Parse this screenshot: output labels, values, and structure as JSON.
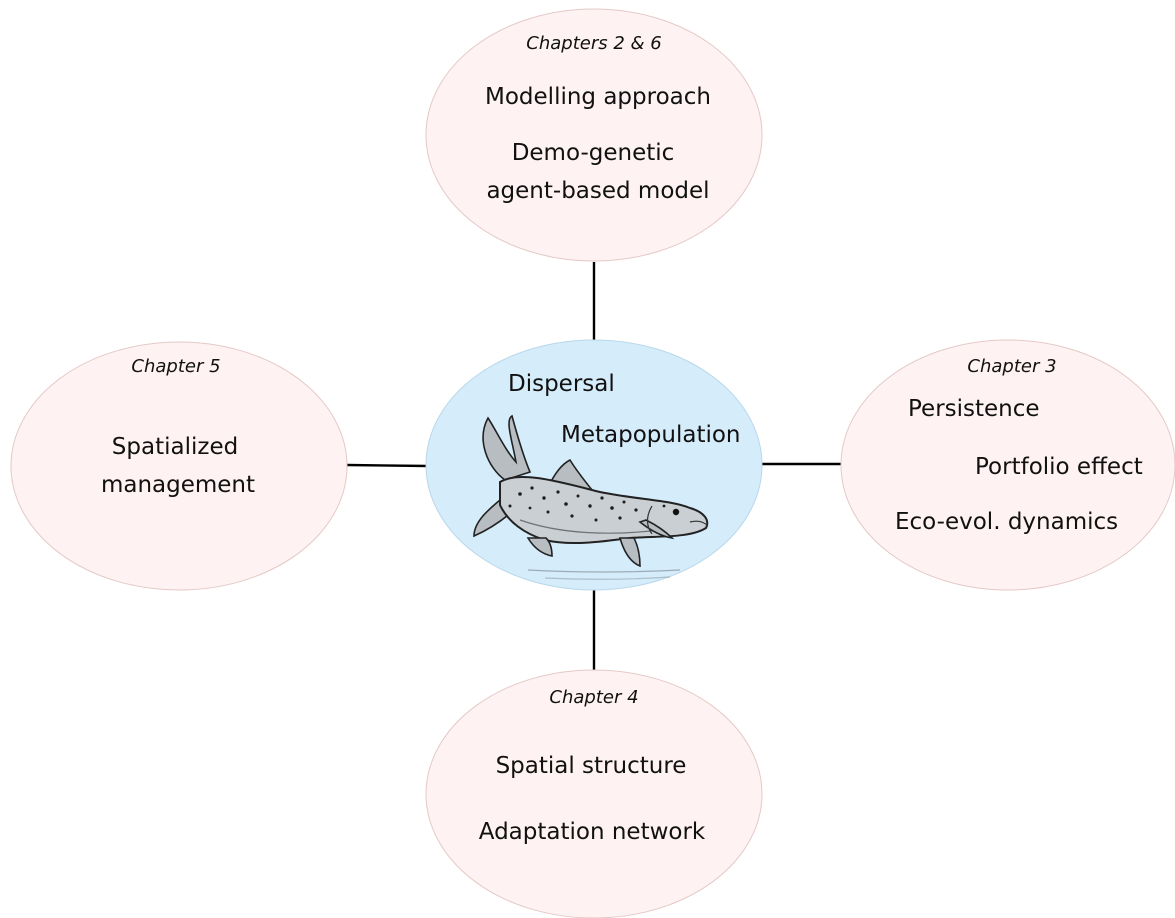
{
  "center": {
    "labels": [
      "Dispersal",
      "Metapopulation"
    ],
    "image": "atlantic-salmon-illustration"
  },
  "nodes": {
    "top": {
      "chapter": "Chapters 2 & 6",
      "lines": [
        "Modelling approach",
        "Demo-genetic",
        "agent-based model"
      ]
    },
    "left": {
      "chapter": "Chapter 5",
      "lines": [
        "Spatialized",
        "management"
      ]
    },
    "right": {
      "chapter": "Chapter 3",
      "lines": [
        "Persistence",
        "Portfolio effect",
        "Eco-evol. dynamics"
      ]
    },
    "bottom": {
      "chapter": "Chapter 4",
      "lines": [
        "Spatial structure",
        "Adaptation network"
      ]
    }
  },
  "colors": {
    "node_fill": "#fef3f2",
    "center_fill": "#d5ecfb",
    "connector": "#000000"
  }
}
